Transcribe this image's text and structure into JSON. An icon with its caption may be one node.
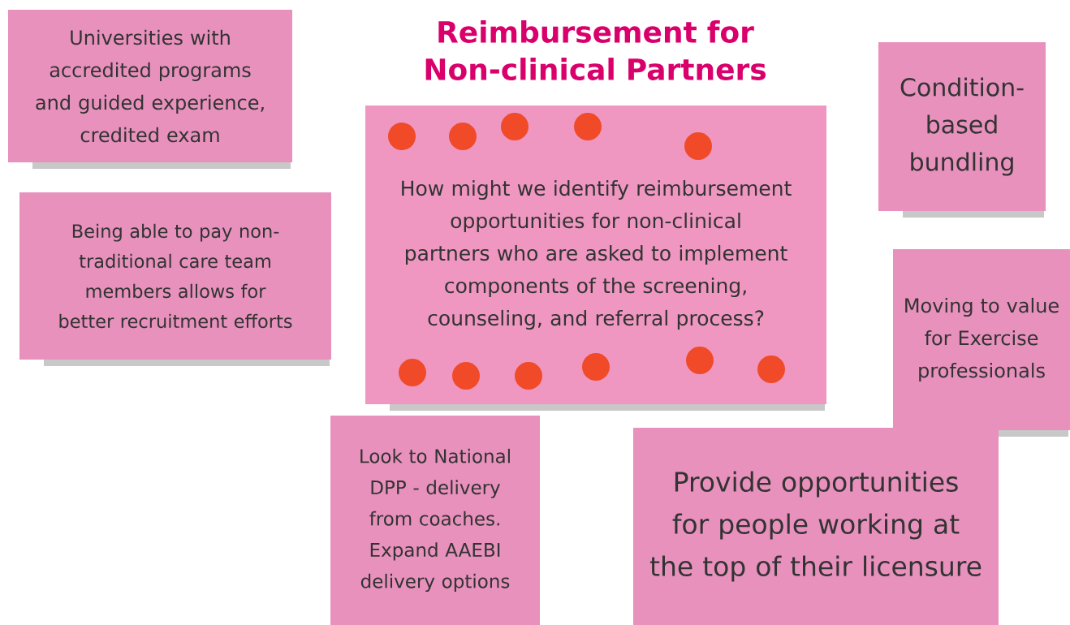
{
  "diagram": {
    "title": "Reimbursement for Non-clinical Partners",
    "nodes": [
      {
        "text": [
          "Universities with accredited programs and guided experience, credited exam"
        ]
      },
      {
        "text": [
          "Being able to pay non-traditional care team members allows for better recruitment efforts"
        ]
      },
      {
        "text": [
          "How might we identify reimbursement opportunities for non-clinical partners who are asked to implement components of the screening, counseling, and referral process?"
        ]
      },
      {
        "text": [
          "Condition-based bundling"
        ]
      },
      {
        "text": [
          "Moving to value for Exercise professionals"
        ]
      },
      {
        "text": [
          "Look to National DPP - delivery from coaches. Expand AAEBI delivery options"
        ]
      },
      {
        "text": [
          "Provide opportunities for people working at the top of their licensure"
        ]
      }
    ]
  }
}
